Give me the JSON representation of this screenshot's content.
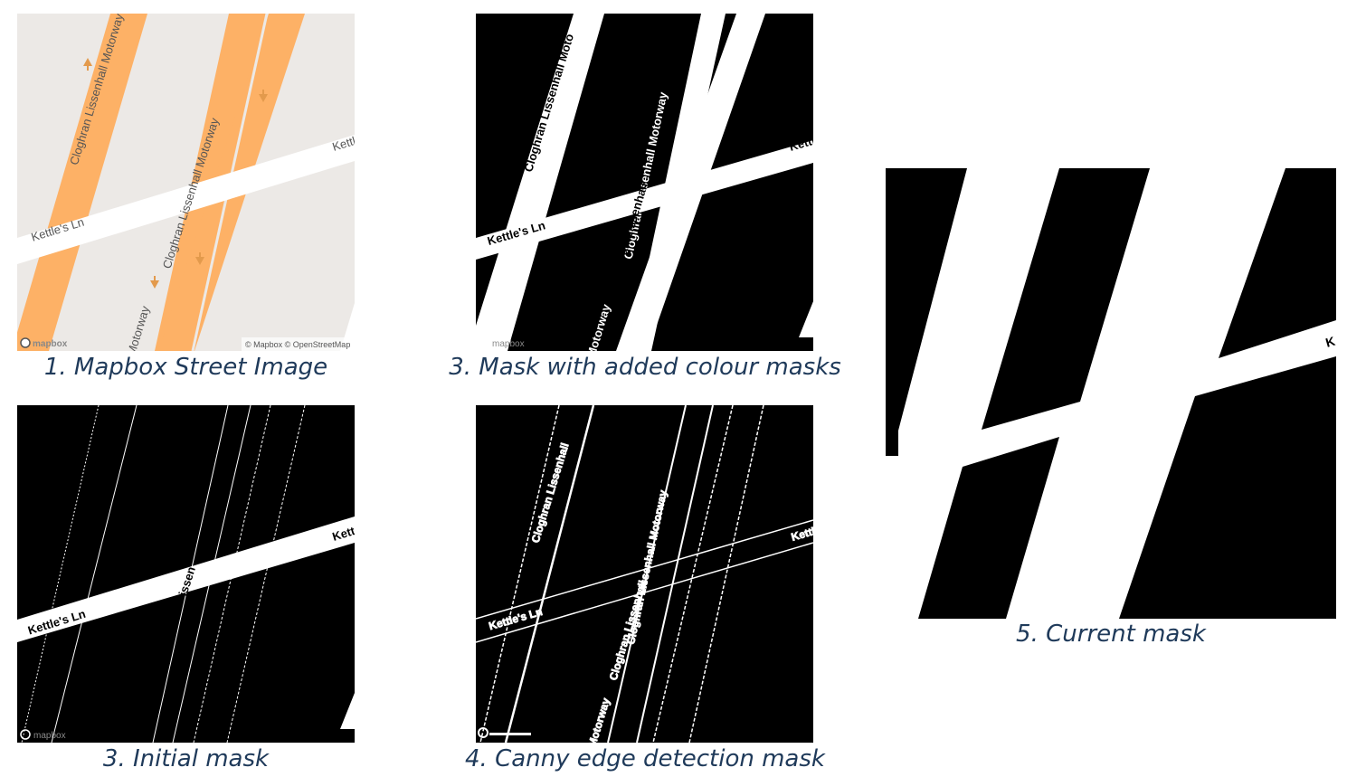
{
  "panels": {
    "p1": {
      "caption": "1. Mapbox Street Image",
      "labels": {
        "motorway_a": "Cloghran Lissenhall Motorway",
        "motorway_b": "Cloghran Lissenhall Motorway",
        "motorway_c": "Motorway",
        "lane": "Kettle's Ln",
        "lane_edge": "Kettle",
        "logo": "mapbox",
        "attribution": "© Mapbox © OpenStreetMap"
      },
      "colors": {
        "background": "#ece9e6",
        "motorway": "#fdb166",
        "lane": "#ffffff",
        "arrow": "#e39a4c"
      }
    },
    "p2": {
      "caption": "3. Mask with added colour masks",
      "labels": {
        "motorway_a": "Cloghran Lissenhall Moto",
        "motorway_b": "Cloghran Lissenhall Motorway",
        "motorway_c": "Cloghran Lissenhall",
        "motorway_d": "Motorway",
        "lane": "Kettle's Ln",
        "lane_edge": "Kettl",
        "logo": "mapbox"
      }
    },
    "p3": {
      "caption": "3. Initial mask",
      "labels": {
        "lane": "Kettle's Ln",
        "fragment": "issen",
        "lane_edge": "Kett",
        "logo": "mapbox"
      }
    },
    "p4": {
      "caption": "4. Canny edge detection mask",
      "labels": {
        "motorway_a": "Cloghran Lissenhall",
        "motorway_b": "Cloghran Lissenhall Motorway",
        "motorway_c": "Cloghran Lissenhall",
        "motorway_d": "Motorway",
        "lane": "Kettle's Ln",
        "lane_edge": "Kettl"
      }
    },
    "p5": {
      "caption": "5. Current mask",
      "labels": {
        "lane_edge": "K"
      }
    }
  }
}
